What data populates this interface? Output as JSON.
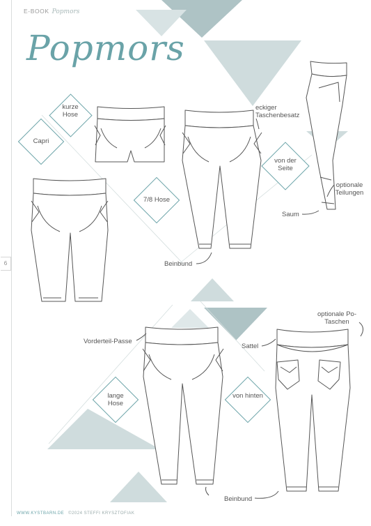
{
  "header": {
    "ebook_label": "E-BOOK",
    "ebook_script": "Popmors",
    "title": "Popmors"
  },
  "page_number": "6",
  "variants": {
    "kurze_hose": "kurze Hose",
    "capri": "Capri",
    "seven_eighths": "7/8 Hose",
    "von_der_seite": "von der Seite",
    "lange_hose": "lange Hose",
    "von_hinten": "von hinten"
  },
  "annotations": {
    "eckiger": "eckiger Taschenbesatz",
    "optionale_teilungen": "optionale Teilungen",
    "saum": "Saum",
    "beinbund_top": "Beinbund",
    "optionale_po_taschen": "optionale Po-Taschen",
    "sattel": "Sattel",
    "vorderteil_passe": "Vorderteil-Passe",
    "beinbund_bottom": "Beinbund"
  },
  "footer": {
    "url": "WWW.KYSTBARN.DE",
    "copyright": "©2024 STEFFI KRYSZTOFIAK"
  },
  "colors": {
    "accent": "#6aa3a8",
    "triangle": "#cfdcdd",
    "triangle_dark": "#aec3c5"
  }
}
